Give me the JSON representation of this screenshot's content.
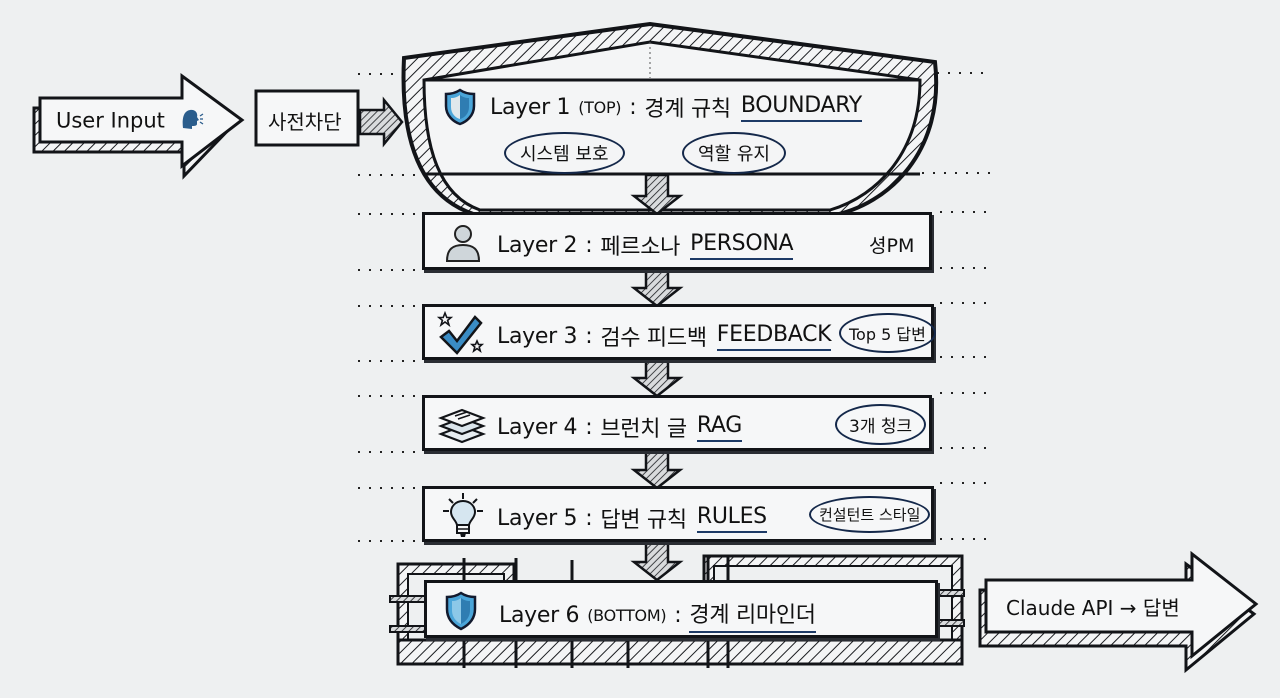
{
  "input": {
    "user_input_label": "User Input",
    "user_input_icon": "speaking-head-icon",
    "prefilter_label": "사전차단"
  },
  "layers": [
    {
      "id": 1,
      "prefix": "Layer 1",
      "position": "(TOP)",
      "name_ko": "경계 규칙",
      "keyword": "BOUNDARY",
      "icon": "shield-icon",
      "tags": [
        "시스템 보호",
        "역할 유지"
      ]
    },
    {
      "id": 2,
      "prefix": "Layer 2",
      "name_ko": "페르소나",
      "keyword": "PERSONA",
      "icon": "user-icon",
      "note": "셩PM"
    },
    {
      "id": 3,
      "prefix": "Layer 3",
      "name_ko": "검수 피드백",
      "keyword": "FEEDBACK",
      "icon": "checkmark-stars-icon",
      "note": "Top 5 답변"
    },
    {
      "id": 4,
      "prefix": "Layer 4",
      "name_ko": "브런치 글",
      "keyword": "RAG",
      "icon": "stacked-documents-icon",
      "note": "3개 청크"
    },
    {
      "id": 5,
      "prefix": "Layer 5",
      "name_ko": "답변 규칙",
      "keyword": "RULES",
      "icon": "lightbulb-icon",
      "note": "컨설턴트 스타일"
    },
    {
      "id": 6,
      "prefix": "Layer 6",
      "position": "(BOTTOM)",
      "name_ko": "경계 리마인더",
      "icon": "shield-icon"
    }
  ],
  "output": {
    "label": "Claude API → 답변"
  },
  "colors": {
    "ink": "#121418",
    "accent_blue": "#3a8cc4",
    "underline_navy": "#1d3a66",
    "background": "#eef0f1",
    "box_fill": "#f6f7f8"
  }
}
